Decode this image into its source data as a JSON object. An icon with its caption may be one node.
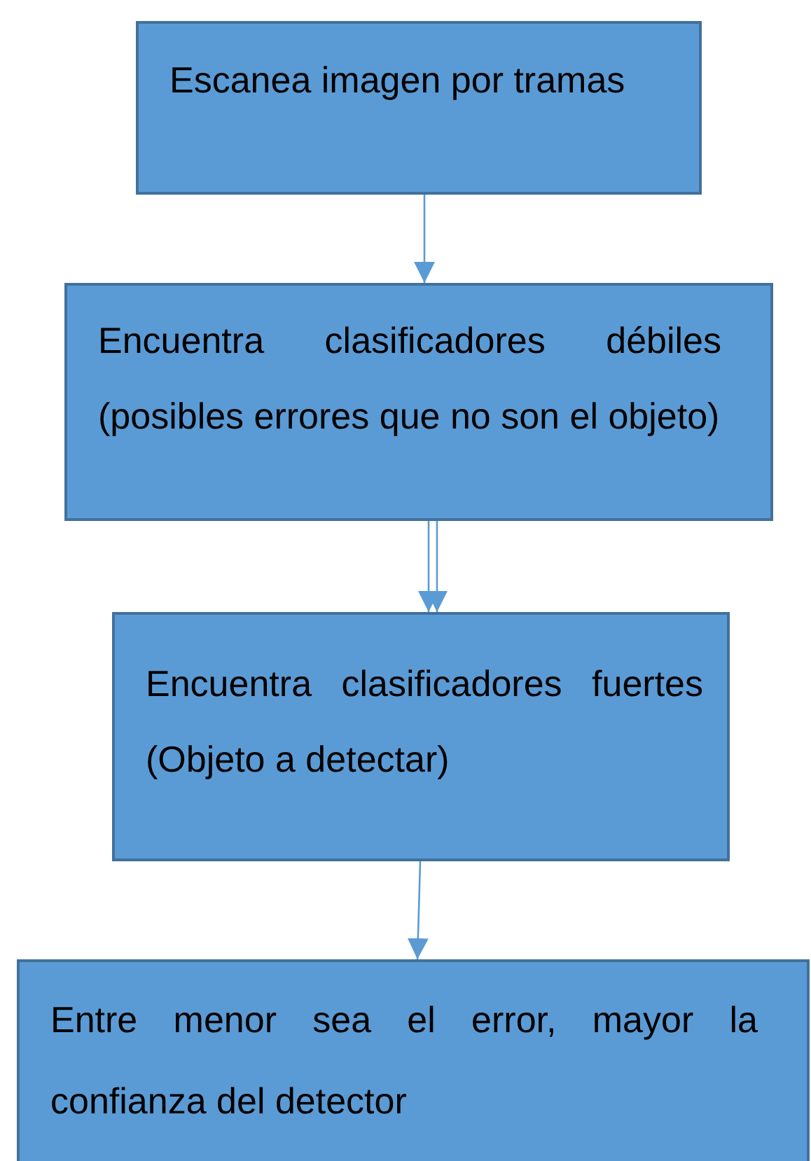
{
  "diagram": {
    "nodes": [
      {
        "text": [
          "Escanea imagen por tramas"
        ]
      },
      {
        "text": [
          "Encuentra clasificadores débiles (posibles errores que no son el objeto)"
        ]
      },
      {
        "text": [
          "Encuentra clasificadores fuertes (Objeto a detectar)"
        ]
      },
      {
        "text": [
          "Entre menor sea el error, mayor la confianza del detector"
        ]
      }
    ],
    "edges": [
      {
        "from": 0,
        "to": 1,
        "arrow": "to"
      },
      {
        "from": 1,
        "to": 2,
        "arrow": "to"
      },
      {
        "from": 1,
        "to": 2,
        "arrow": "to"
      },
      {
        "from": 2,
        "to": 3,
        "arrow": "to"
      }
    ]
  }
}
